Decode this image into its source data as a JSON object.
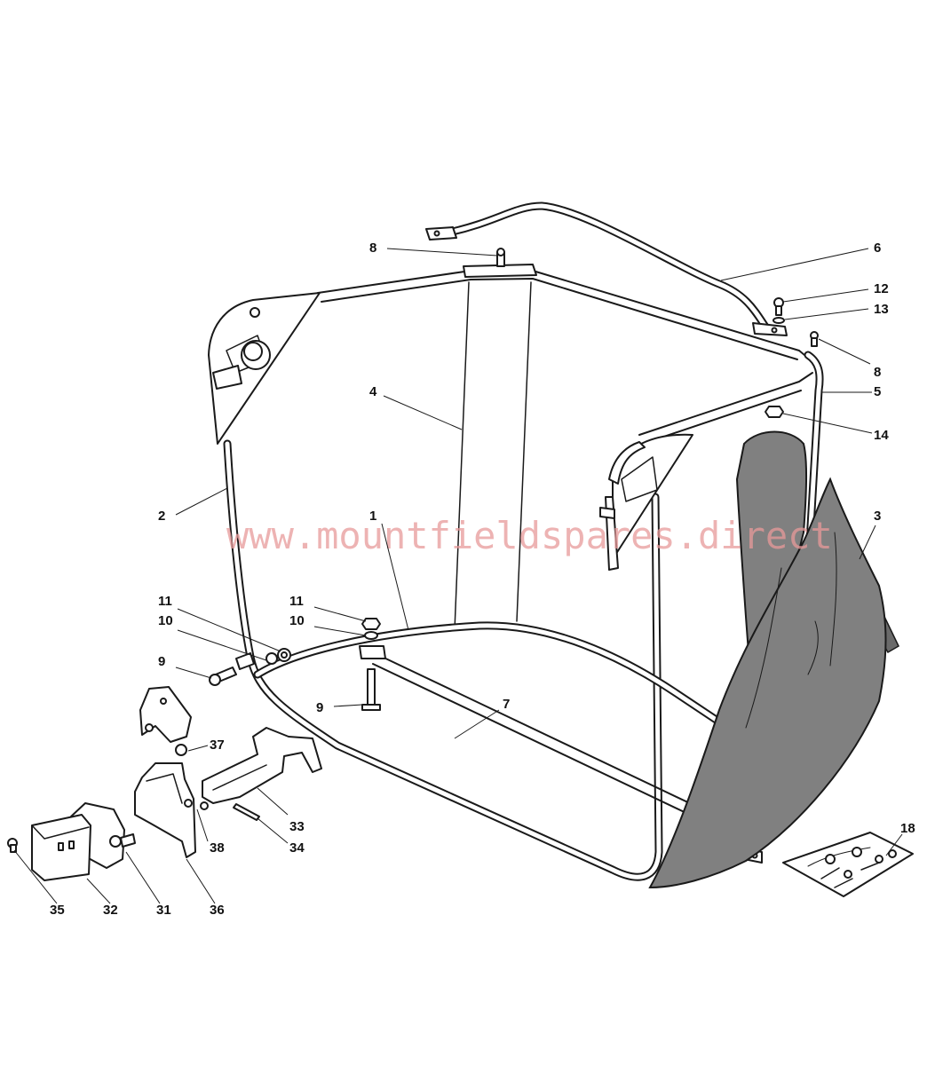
{
  "watermark": "www.mountfieldspares.direct",
  "callouts": [
    {
      "id": "c8a",
      "text": "8"
    },
    {
      "id": "c6",
      "text": "6"
    },
    {
      "id": "c12",
      "text": "12"
    },
    {
      "id": "c13",
      "text": "13"
    },
    {
      "id": "c8b",
      "text": "8"
    },
    {
      "id": "c4",
      "text": "4"
    },
    {
      "id": "c5",
      "text": "5"
    },
    {
      "id": "c14",
      "text": "14"
    },
    {
      "id": "c2",
      "text": "2"
    },
    {
      "id": "c1",
      "text": "1"
    },
    {
      "id": "c3",
      "text": "3"
    },
    {
      "id": "c11a",
      "text": "11"
    },
    {
      "id": "c10a",
      "text": "10"
    },
    {
      "id": "c11b",
      "text": "11"
    },
    {
      "id": "c10b",
      "text": "10"
    },
    {
      "id": "c9a",
      "text": "9"
    },
    {
      "id": "c9b",
      "text": "9"
    },
    {
      "id": "c7",
      "text": "7"
    },
    {
      "id": "c37",
      "text": "37"
    },
    {
      "id": "c33",
      "text": "33"
    },
    {
      "id": "c38",
      "text": "38"
    },
    {
      "id": "c34",
      "text": "34"
    },
    {
      "id": "c18",
      "text": "18"
    },
    {
      "id": "c35",
      "text": "35"
    },
    {
      "id": "c32",
      "text": "32"
    },
    {
      "id": "c31",
      "text": "31"
    },
    {
      "id": "c36",
      "text": "36"
    }
  ]
}
